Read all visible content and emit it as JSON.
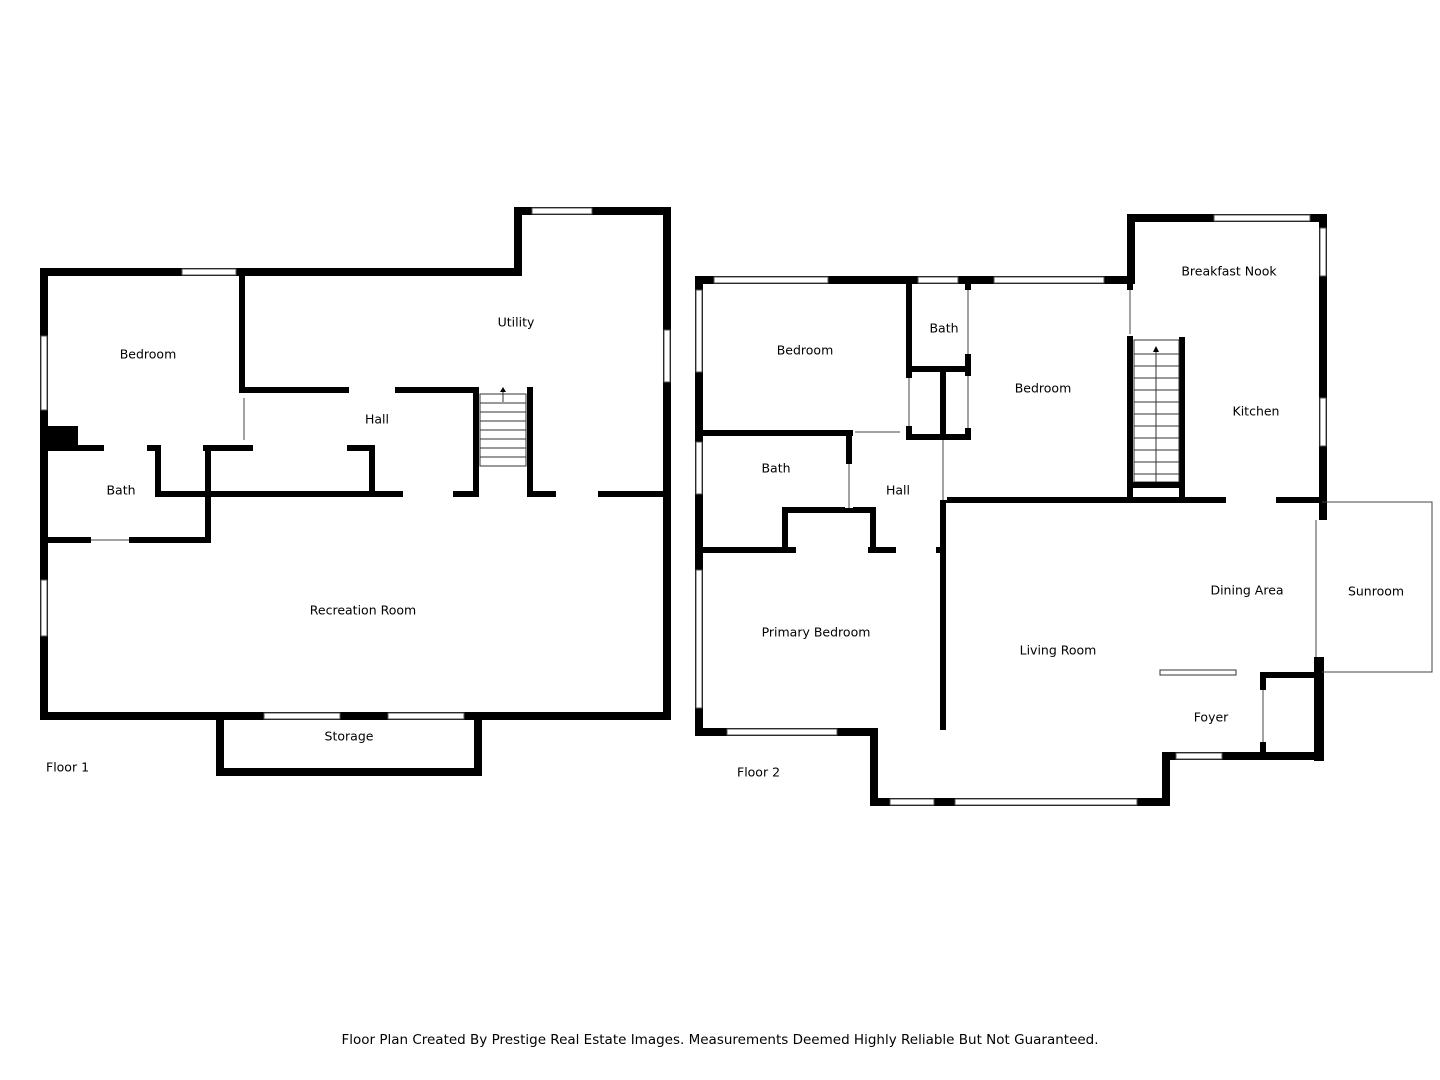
{
  "floor1": {
    "label": "Floor 1",
    "rooms": {
      "bedroom": "Bedroom",
      "utility": "Utility",
      "hall": "Hall",
      "bath": "Bath",
      "recreation": "Recreation Room",
      "storage": "Storage"
    }
  },
  "floor2": {
    "label": "Floor 2",
    "rooms": {
      "bedroom_left": "Bedroom",
      "bath_top": "Bath",
      "bedroom_right": "Bedroom",
      "breakfast_nook": "Breakfast Nook",
      "kitchen": "Kitchen",
      "bath_left": "Bath",
      "hall": "Hall",
      "dining": "Dining Area",
      "sunroom": "Sunroom",
      "primary_bedroom": "Primary Bedroom",
      "living": "Living Room",
      "foyer": "Foyer"
    }
  },
  "footer": "Floor Plan Created By Prestige Real Estate Images. Measurements Deemed Highly Reliable But Not Guaranteed."
}
